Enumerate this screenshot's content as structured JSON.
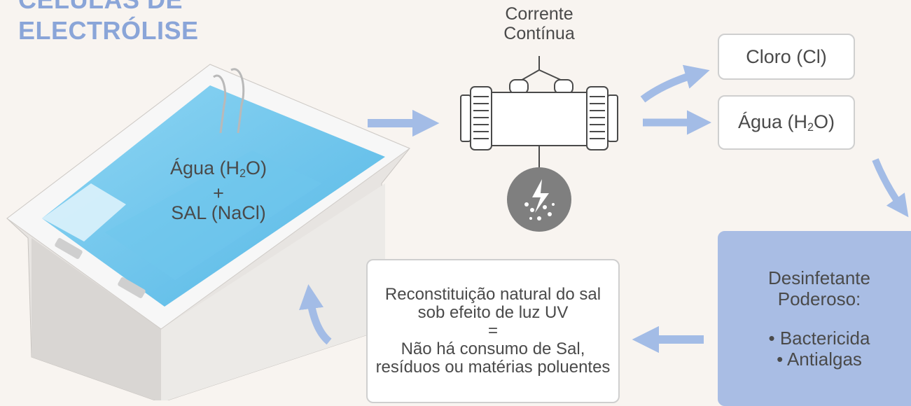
{
  "title": {
    "line1": "CÉLULAS DE",
    "line2": "ELECTRÓLISE"
  },
  "pool": {
    "water_prefix": "Água (H",
    "water_sub": "2",
    "water_suffix": "O)",
    "plus": "+",
    "salt": "SAL (NaCl)"
  },
  "cell": {
    "current_line1": "Corrente",
    "current_line2": "Contínua",
    "icon": "lightning-bubbles-icon"
  },
  "outputs": {
    "chlorine": "Cloro (Cl)",
    "water_prefix": "Água (H",
    "water_sub": "2",
    "water_suffix": "O)"
  },
  "disinfectant": {
    "line1": "Desinfetante",
    "line2": "Poderoso:",
    "bullet1": "• Bactericida",
    "bullet2": "• Antialgas"
  },
  "reconstitution": {
    "line1": "Reconstituição natural do sal",
    "line2": "sob efeito de luz UV",
    "equals": "=",
    "line3": "Não há consumo de Sal,",
    "line4": "resíduos ou matérias poluentes"
  },
  "colors": {
    "title": "#8aa5d8",
    "arrow": "#a3bce6",
    "pool_water": "#6fc6ec",
    "disinfectant_box": "#a9bde4",
    "background": "#f8f4f0"
  }
}
